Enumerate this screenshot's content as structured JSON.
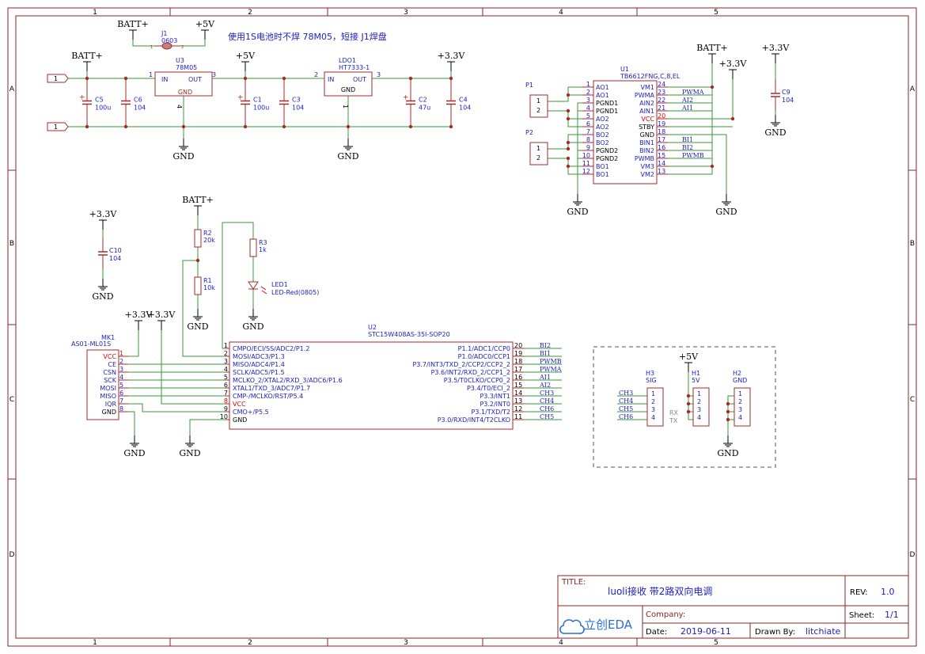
{
  "frame": {
    "cols": [
      "1",
      "2",
      "3",
      "4",
      "5"
    ],
    "rows": [
      "A",
      "B",
      "C",
      "D"
    ]
  },
  "colors": {
    "wire": "#339933",
    "component": "#a52a2a",
    "pin_text": "#1c1cc8",
    "label": "#000000",
    "frame": "#8b2323",
    "red_pin": "#e00000"
  },
  "power": {
    "batt_plus": "BATT+",
    "v5": "+5V",
    "v33": "+3.3V",
    "gnd": "GND"
  },
  "note": "使用1S电池时不焊 78M05，短接 J1焊盘",
  "connectors_left": {
    "top": "1",
    "bottom": "1"
  },
  "j1": {
    "ref": "J1",
    "value": "0603",
    "pin1": "1",
    "pin2": "2"
  },
  "u3": {
    "ref": "U3",
    "value": "78M05",
    "in": "IN",
    "out": "OUT",
    "gnd": "GND",
    "pin_in": "1",
    "pin_out": "3",
    "pin_gnd": "4"
  },
  "ldo1": {
    "ref": "LDO1",
    "value": "HT7333-1",
    "in": "IN",
    "out": "OUT",
    "gnd": "GND",
    "pin_in": "2",
    "pin_out": "3",
    "pin_gnd": "1"
  },
  "caps": {
    "c5": {
      "ref": "C5",
      "value": "100u"
    },
    "c6": {
      "ref": "C6",
      "value": "104"
    },
    "c1": {
      "ref": "C1",
      "value": "100u"
    },
    "c3": {
      "ref": "C3",
      "value": "104"
    },
    "c2": {
      "ref": "C2",
      "value": "47u"
    },
    "c4": {
      "ref": "C4",
      "value": "104"
    },
    "c9": {
      "ref": "C9",
      "value": "104"
    },
    "c10": {
      "ref": "C10",
      "value": "104"
    }
  },
  "resistors": {
    "r2": {
      "ref": "R2",
      "value": "20k"
    },
    "r1": {
      "ref": "R1",
      "value": "10k"
    },
    "r3": {
      "ref": "R3",
      "value": "1k"
    }
  },
  "led1": {
    "ref": "LED1",
    "value": "LED-Red(0805)"
  },
  "p1": {
    "ref": "P1",
    "pins": [
      "1",
      "2"
    ]
  },
  "p2": {
    "ref": "P2",
    "pins": [
      "1",
      "2"
    ]
  },
  "u1": {
    "ref": "U1",
    "value": "TB6612FNG,C,8,EL",
    "left_pins": [
      {
        "num": "1",
        "name": "AO1"
      },
      {
        "num": "2",
        "name": "AO1"
      },
      {
        "num": "3",
        "name": "PGND1"
      },
      {
        "num": "4",
        "name": "PGND1"
      },
      {
        "num": "5",
        "name": "AO2"
      },
      {
        "num": "6",
        "name": "AO2"
      },
      {
        "num": "7",
        "name": "BO2"
      },
      {
        "num": "8",
        "name": "BO2"
      },
      {
        "num": "9",
        "name": "PGND2"
      },
      {
        "num": "10",
        "name": "PGND2"
      },
      {
        "num": "11",
        "name": "BO1"
      },
      {
        "num": "12",
        "name": "BO1"
      }
    ],
    "right_pins": [
      {
        "num": "24",
        "name": "VM1",
        "net": ""
      },
      {
        "num": "23",
        "name": "PWMA",
        "net": "PWMA"
      },
      {
        "num": "22",
        "name": "AIN2",
        "net": "AI2"
      },
      {
        "num": "21",
        "name": "AIN1",
        "net": "AI1"
      },
      {
        "num": "20",
        "name": "VCC",
        "net": ""
      },
      {
        "num": "19",
        "name": "STBY",
        "net": ""
      },
      {
        "num": "18",
        "name": "GND",
        "net": ""
      },
      {
        "num": "17",
        "name": "BIN1",
        "net": "BI1"
      },
      {
        "num": "16",
        "name": "BIN2",
        "net": "BI2"
      },
      {
        "num": "15",
        "name": "PWMB",
        "net": "PWMB"
      },
      {
        "num": "14",
        "name": "VM3",
        "net": ""
      },
      {
        "num": "13",
        "name": "VM2",
        "net": ""
      }
    ]
  },
  "mk1": {
    "ref": "MK1",
    "value": "AS01-ML01S",
    "pins": [
      {
        "num": "1",
        "name": "VCC"
      },
      {
        "num": "2",
        "name": "CE"
      },
      {
        "num": "3",
        "name": "CSN"
      },
      {
        "num": "4",
        "name": "SCK"
      },
      {
        "num": "5",
        "name": "MOSI"
      },
      {
        "num": "6",
        "name": "MISO"
      },
      {
        "num": "7",
        "name": "IQR"
      },
      {
        "num": "8",
        "name": "GND"
      }
    ]
  },
  "u2": {
    "ref": "U2",
    "value": "STC15W408AS-35I-SOP20",
    "left_pins": [
      {
        "num": "1",
        "name": "CMPO/ECI/SS/ADC2/P1.2"
      },
      {
        "num": "2",
        "name": "MOSI/ADC3/P1.3"
      },
      {
        "num": "3",
        "name": "MISO/ADC4/P1.4"
      },
      {
        "num": "4",
        "name": "SCLK/ADC5/P1.5"
      },
      {
        "num": "5",
        "name": "MCLKO_2/XTAL2/RXD_3/ADC6/P1.6"
      },
      {
        "num": "6",
        "name": "XTAL1/TXD_3/ADC7/P1.7"
      },
      {
        "num": "7",
        "name": "CMP-/MCLKO/RST/P5.4"
      },
      {
        "num": "8",
        "name": "VCC"
      },
      {
        "num": "9",
        "name": "CMO+/P5.5"
      },
      {
        "num": "10",
        "name": "GND"
      }
    ],
    "right_pins": [
      {
        "num": "20",
        "name": "P1.1/ADC1/CCP0",
        "net": "BI2"
      },
      {
        "num": "19",
        "name": "P1.0/ADC0/CCP1",
        "net": "BI1"
      },
      {
        "num": "18",
        "name": "P3.7/INT3/TXD_2/CCP2/CCP2_2",
        "net": "PWMB"
      },
      {
        "num": "17",
        "name": "P3.6/INT2/RXD_2/CCP1_2",
        "net": "PWMA"
      },
      {
        "num": "16",
        "name": "P3.5/T0CLKO/CCP0_2",
        "net": "AI1"
      },
      {
        "num": "15",
        "name": "P3.4/T0/ECI_2",
        "net": "AI2"
      },
      {
        "num": "14",
        "name": "P3.3/INT1",
        "net": "CH3"
      },
      {
        "num": "13",
        "name": "P3.2/INT0",
        "net": "CH4"
      },
      {
        "num": "12",
        "name": "P3.1/TXD/T2",
        "net": "CH6"
      },
      {
        "num": "11",
        "name": "P3.0/RXD/INT4/T2CLKO",
        "net": "CH5"
      }
    ]
  },
  "headers": {
    "h3": {
      "ref": "H3",
      "value": "SIG",
      "nets": [
        "CH3",
        "CH4",
        "CH5",
        "CH6"
      ],
      "rx": "RX",
      "tx": "TX"
    },
    "h1": {
      "ref": "H1",
      "value": "5V"
    },
    "h2": {
      "ref": "H2",
      "value": "GND"
    },
    "pins": [
      "1",
      "2",
      "3",
      "4"
    ]
  },
  "title_block": {
    "title_label": "TITLE:",
    "title": "luoli接收 带2路双向电调",
    "rev_label": "REV:",
    "rev": "1.0",
    "company_label": "Company:",
    "company": "",
    "sheet_label": "Sheet:",
    "sheet": "1/1",
    "date_label": "Date:",
    "date": "2019-06-11",
    "drawn_label": "Drawn By:",
    "drawn_by": "litchiate",
    "logo": "立创EDA"
  }
}
